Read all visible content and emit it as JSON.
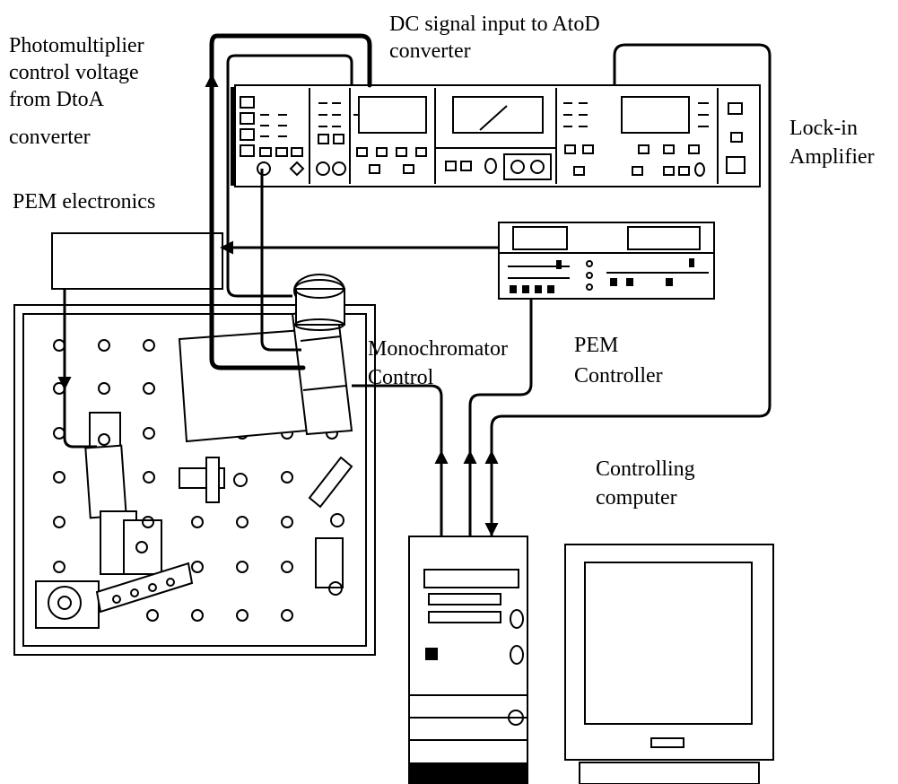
{
  "labels": {
    "dc_signal_line1": "DC signal input to AtoD",
    "dc_signal_line2": "converter",
    "pmt_line1": "Photomultiplier",
    "pmt_line2": "control voltage",
    "pmt_line3": "from DtoA",
    "pmt_line4": "converter",
    "lockin_line1": "Lock-in",
    "lockin_line2": "Amplifier",
    "pem_electronics": "PEM electronics",
    "mono_line1": "Monochromator",
    "mono_line2": "Control",
    "pem_ctrl_line1": "PEM",
    "pem_ctrl_line2": "Controller",
    "computer_line1": "Controlling",
    "computer_line2": "computer"
  }
}
